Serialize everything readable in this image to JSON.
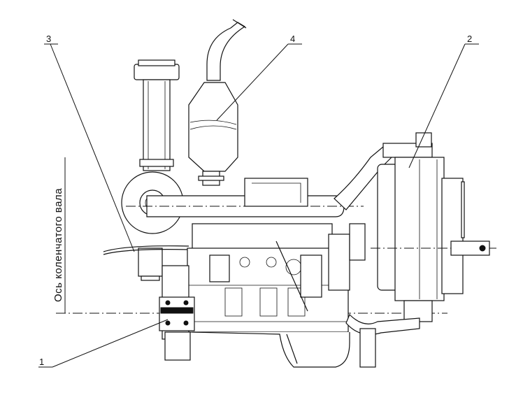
{
  "diagram": {
    "axis_label": "Ось коленчатого вала",
    "callouts": [
      "1",
      "2",
      "3",
      "4"
    ]
  }
}
